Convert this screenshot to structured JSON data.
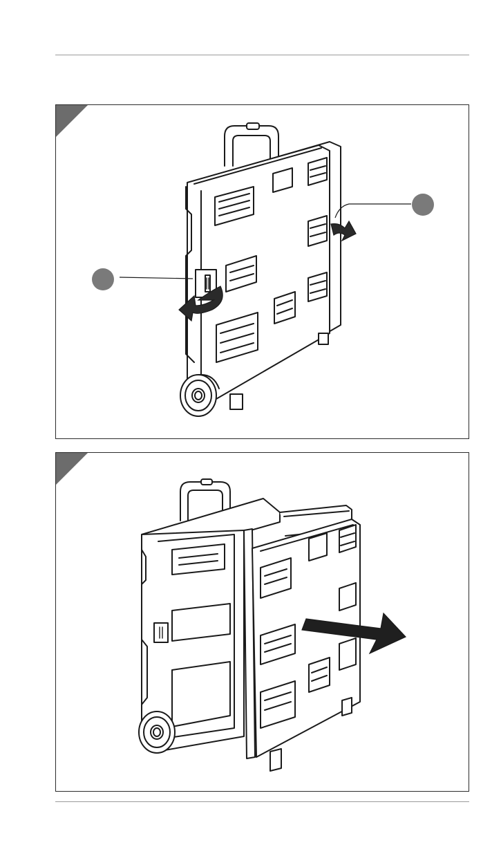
{
  "figures": [
    {
      "name": "figure-1",
      "callouts": [
        "callout-left",
        "callout-right"
      ],
      "arrows": [
        "rotate-arrow-left",
        "rotate-arrow-right"
      ]
    },
    {
      "name": "figure-2",
      "callouts": [],
      "arrows": [
        "pull-arrow"
      ]
    }
  ],
  "colors": {
    "line": "#1a1a1a",
    "corner_tab": "#6c6c6c",
    "callout": "#7a7a7a",
    "rule": "#9a9a9a"
  }
}
